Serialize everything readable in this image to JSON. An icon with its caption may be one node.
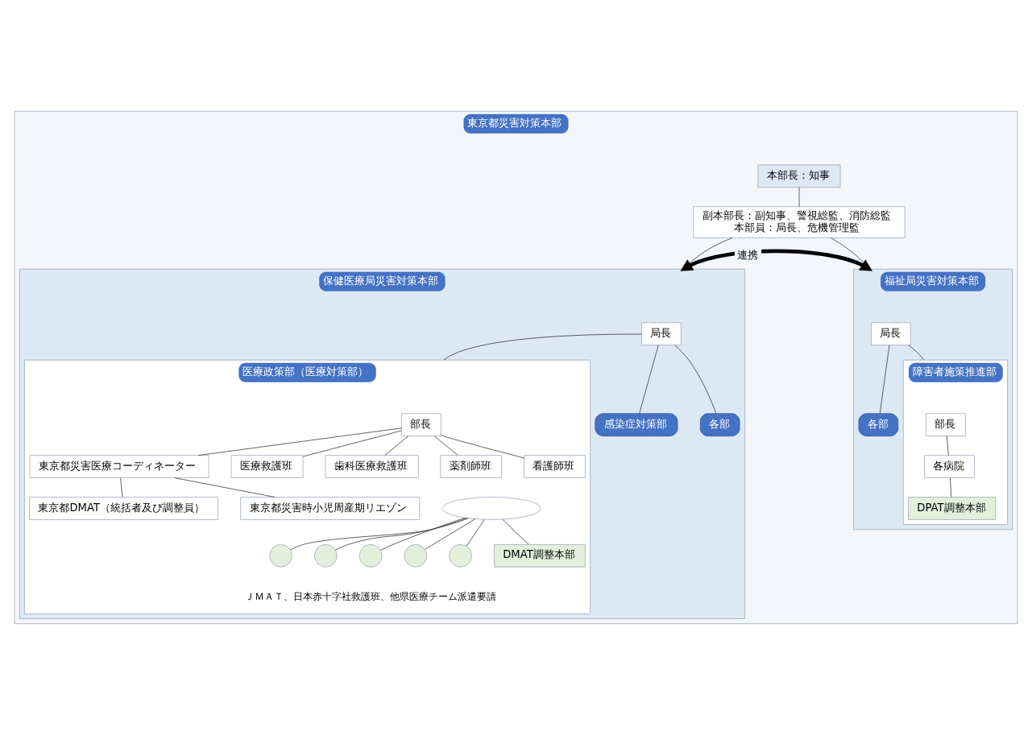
{
  "diagram": {
    "nodes": [
      {
        "text": [
          "東京都災害対策本部"
        ]
      },
      {
        "text": [
          "本部長：知事"
        ],
        "in": 0
      },
      {
        "text": [
          "副本部長：副知事、警視総監、消防総監",
          "本部員：局長、危機管理監"
        ],
        "in": 0
      },
      {
        "text": [
          "保健医療局災害対策本部"
        ],
        "in": 0
      },
      {
        "text": [
          "局長"
        ],
        "in": 3
      },
      {
        "text": [
          "医療政策部（医療対策部）"
        ],
        "in": 3
      },
      {
        "text": [
          "感染症対策部"
        ],
        "in": 3
      },
      {
        "text": [
          "各部"
        ],
        "in": 3
      },
      {
        "text": [
          "部長"
        ],
        "in": 5
      },
      {
        "text": [
          "東京都災害医療コーディネーター"
        ],
        "in": 5
      },
      {
        "text": [
          "東京都DMAT（統括者及び調整員）"
        ],
        "in": 5
      },
      {
        "text": [
          "東京都災害時小児周産期リエゾン"
        ],
        "in": 5
      },
      {
        "text": [],
        "shape": "ellipse",
        "in": 5
      },
      {
        "text": [
          "医療救護班"
        ],
        "in": 5
      },
      {
        "text": [
          "歯科医療救護班"
        ],
        "in": 5
      },
      {
        "text": [
          "薬剤師班"
        ],
        "in": 5
      },
      {
        "text": [
          "看護師班"
        ],
        "in": 5
      },
      {
        "text": [],
        "shape": "circle",
        "in": 5
      },
      {
        "text": [],
        "shape": "circle",
        "in": 5
      },
      {
        "text": [],
        "shape": "circle",
        "in": 5
      },
      {
        "text": [],
        "shape": "circle",
        "in": 5
      },
      {
        "text": [],
        "shape": "circle",
        "in": 5
      },
      {
        "text": [
          "DMAT調整本部"
        ],
        "in": 5
      },
      {
        "text": [
          "福祉局災害対策本部"
        ],
        "in": 0
      },
      {
        "text": [
          "局長"
        ],
        "in": 23
      },
      {
        "text": [
          "各部"
        ],
        "in": 23
      },
      {
        "text": [
          "障害者施策推進部"
        ],
        "in": 23
      },
      {
        "text": [
          "部長"
        ],
        "in": 26
      },
      {
        "text": [
          "各病院"
        ],
        "in": 26
      },
      {
        "text": [
          "DPAT調整本部"
        ],
        "in": 26
      }
    ],
    "edges": [
      {
        "from": 1,
        "to": 2,
        "arrow": "none"
      },
      {
        "from": 2,
        "to": 3,
        "arrow": "none"
      },
      {
        "from": 2,
        "to": 23,
        "arrow": "none"
      },
      {
        "from": 3,
        "to": 23,
        "arrow": "both",
        "label": "連携",
        "style": "thick"
      },
      {
        "from": 4,
        "to": 5,
        "arrow": "none"
      },
      {
        "from": 4,
        "to": 6,
        "arrow": "none"
      },
      {
        "from": 4,
        "to": 7,
        "arrow": "none"
      },
      {
        "from": 8,
        "to": 9,
        "arrow": "none"
      },
      {
        "from": 9,
        "to": 10,
        "arrow": "none"
      },
      {
        "from": 9,
        "to": 11,
        "arrow": "none"
      },
      {
        "from": 8,
        "to": 13,
        "arrow": "none"
      },
      {
        "from": 8,
        "to": 14,
        "arrow": "none"
      },
      {
        "from": 8,
        "to": 15,
        "arrow": "none"
      },
      {
        "from": 8,
        "to": 16,
        "arrow": "none"
      },
      {
        "from": 12,
        "to": 17,
        "arrow": "none"
      },
      {
        "from": 12,
        "to": 18,
        "arrow": "none"
      },
      {
        "from": 12,
        "to": 19,
        "arrow": "none"
      },
      {
        "from": 12,
        "to": 20,
        "arrow": "none"
      },
      {
        "from": 12,
        "to": 21,
        "arrow": "none"
      },
      {
        "from": 12,
        "to": 22,
        "arrow": "none"
      },
      {
        "from": 24,
        "to": 25,
        "arrow": "none"
      },
      {
        "from": 24,
        "to": 26,
        "arrow": "none"
      },
      {
        "from": 27,
        "to": 28,
        "arrow": "none"
      },
      {
        "from": 28,
        "to": 29,
        "arrow": "none"
      }
    ],
    "labels": [
      "ＪＭＡＴ、日本赤十字社救護班、他県医療チーム派遣要請"
    ]
  }
}
